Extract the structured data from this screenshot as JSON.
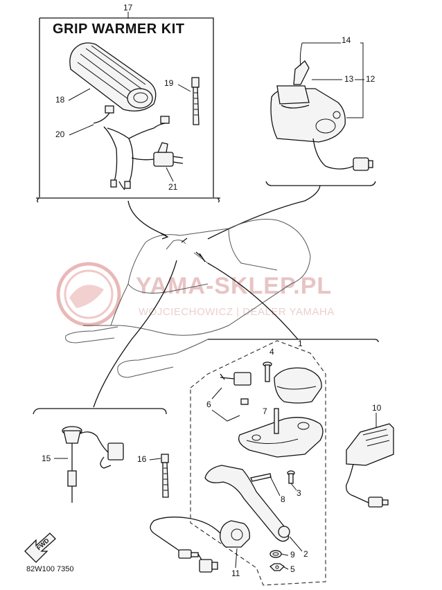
{
  "watermark": {
    "brand": "YAMA-SKLEP.PL",
    "subtitle": "WOJCIECHOWICZ | DEALER YAMAHA"
  },
  "kit": {
    "title": "GRIP WARMER KIT"
  },
  "callouts": {
    "c1": "1",
    "c2": "2",
    "c3": "3",
    "c4": "4",
    "c5": "5",
    "c6": "6",
    "c7": "7",
    "c8": "8",
    "c9": "9",
    "c10": "10",
    "c11": "11",
    "c12": "12",
    "c13": "13",
    "c14": "14",
    "c15": "15",
    "c16": "16",
    "c17": "17",
    "c18": "18",
    "c19": "19",
    "c20": "20",
    "c21": "21"
  },
  "fwd_label": "FWD",
  "diagram_code": "82W100 7350"
}
